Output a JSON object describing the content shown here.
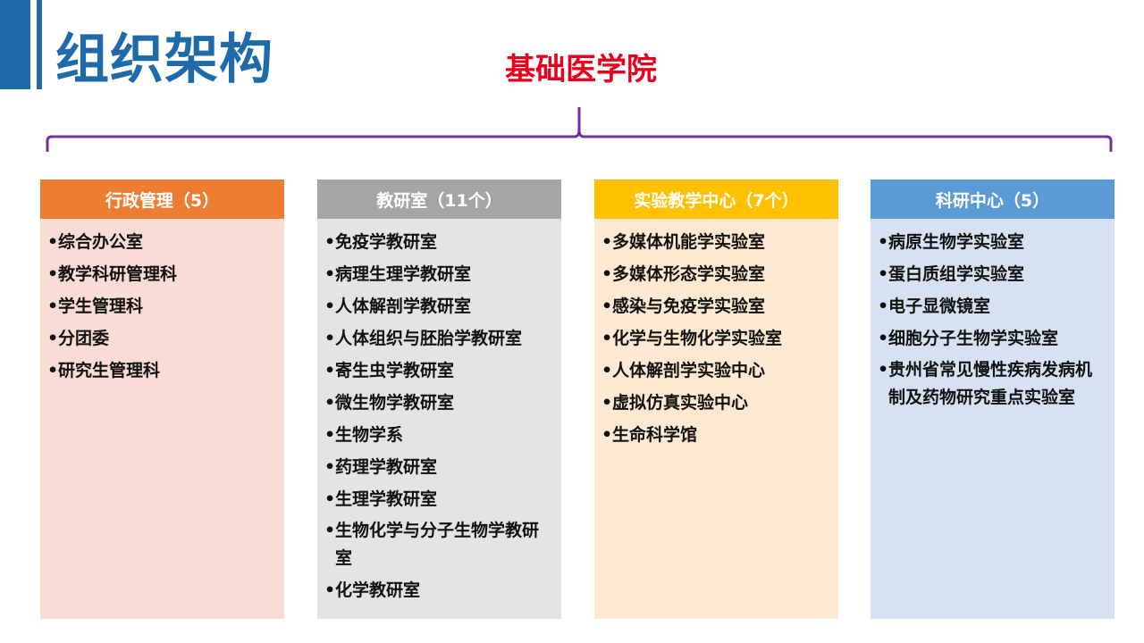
{
  "title": "组织架构",
  "root": "基础医学院",
  "colors": {
    "accent": "#1f6aa8",
    "root": "#e8001c",
    "brace": "#7030a0"
  },
  "columns": [
    {
      "header": "行政管理（5）",
      "header_color": "#ed7d31",
      "body_color": "#f9dcd3",
      "items": [
        "综合办公室",
        "教学科研管理科",
        "学生管理科",
        "分团委",
        "研究生管理科"
      ]
    },
    {
      "header": "教研室（11个）",
      "header_color": "#a5a5a5",
      "body_color": "#e4e4e4",
      "items": [
        "免疫学教研室",
        "病理生理学教研室",
        "人体解剖学教研室",
        "人体组织与胚胎学教研室",
        "寄生虫学教研室",
        "微生物学教研室",
        "生物学系",
        "药理学教研室",
        "生理学教研室",
        "生物化学与分子生物学教研室",
        "化学教研室"
      ]
    },
    {
      "header": "实验教学中心（7个）",
      "header_color": "#ffc000",
      "body_color": "#fde9d2",
      "items": [
        "多媒体机能学实验室",
        "多媒体形态学实验室",
        "感染与免疫学实验室",
        "化学与生物化学实验室",
        "人体解剖学实验中心",
        "虚拟仿真实验中心",
        "生命科学馆"
      ]
    },
    {
      "header": "科研中心（5）",
      "header_color": "#5b9bd5",
      "body_color": "#d6e1f2",
      "items": [
        "病原生物学实验室",
        "蛋白质组学实验室",
        "电子显微镜室",
        "细胞分子生物学实验室",
        "贵州省常见慢性疾病发病机制及药物研究重点实验室"
      ]
    }
  ]
}
